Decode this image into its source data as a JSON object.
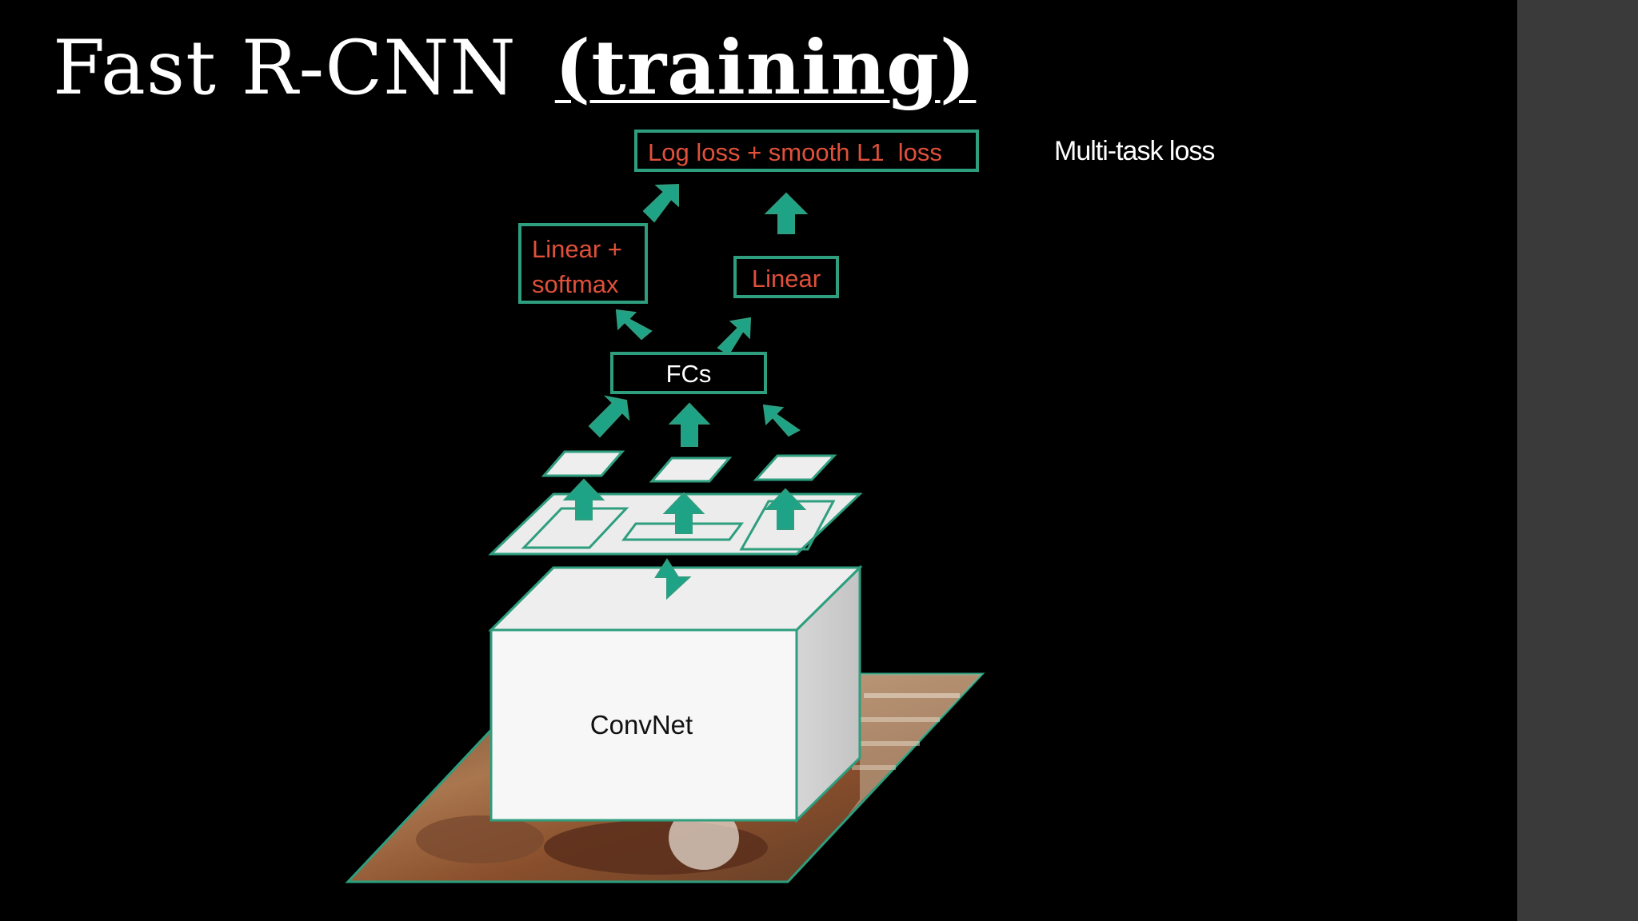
{
  "title": {
    "main": "Fast R-CNN",
    "emphasis": "(training)"
  },
  "diagram": {
    "loss_box": "Log loss + smooth L1  loss",
    "side_note": "Multi-task loss",
    "classifier_box_line1": "Linear +",
    "classifier_box_line2": "softmax",
    "regressor_box": "Linear",
    "fc_box": "FCs",
    "backbone_box": "ConvNet"
  },
  "colors": {
    "background": "#000000",
    "box_border": "#2e9e7e",
    "arrow_fill": "#1fa387",
    "label_red": "#e0503a",
    "panel_gray": "#3a3a3a"
  },
  "icons": [
    "up-arrow-icon",
    "diagonal-arrow-icon"
  ]
}
